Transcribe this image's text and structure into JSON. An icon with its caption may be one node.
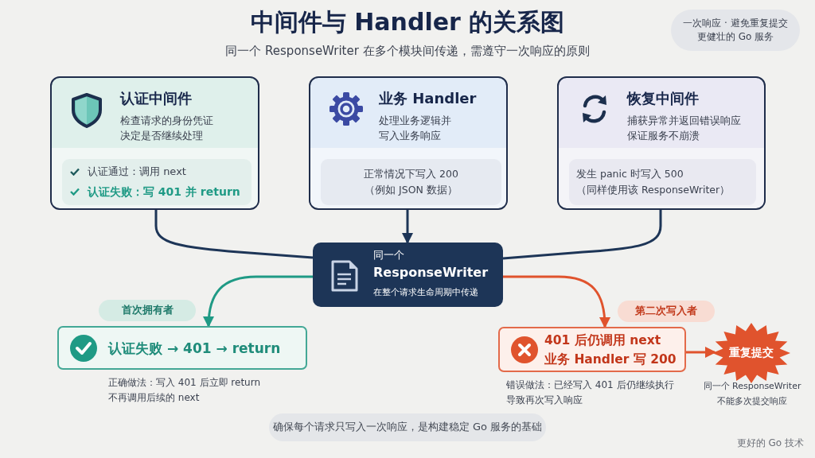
{
  "diagram": {
    "title": "中间件与 Handler 的关系图",
    "caption": "同一个 ResponseWriter 在多个模块间传递，需遵守一次响应的原则",
    "nodes": [
      {
        "text": [
          "认证中间件",
          "检查请求的身份凭证决定是否继续处理"
        ]
      },
      {
        "text": [
          "认证通过：调用 next",
          "认证失败：写 401 并 return"
        ],
        "in": 0
      },
      {
        "text": [
          "业务 Handler",
          "处理业务逻辑并写入业务响应"
        ]
      },
      {
        "text": [
          "正常情况下写入 200 （例如 JSON 数据）"
        ],
        "in": 2
      },
      {
        "text": [
          "恢复中间件",
          "捕获异常并返回错误响应保证服务不崩溃"
        ]
      },
      {
        "text": [
          "发生 panic 时写入 500 （同样使用该 ResponseWriter）"
        ],
        "in": 4
      },
      {
        "text": [
          "同一个",
          "ResponseWriter",
          "在整个请求生命周期中传递"
        ]
      },
      {
        "text": [
          "首次拥有者"
        ]
      },
      {
        "text": [
          "认证失败 → 401 → return"
        ],
        "beside": [
          "正确做法：写入 401 后立即 return 不再调用后续的 next"
        ]
      },
      {
        "text": [
          "第二次写入者"
        ]
      },
      {
        "text": [
          "401 后仍调用 next 业务 Handler 写 200"
        ],
        "beside": [
          "错误做法：已经写入 401 后仍继续执行导致再次写入响应"
        ]
      },
      {
        "text": [
          "重复提交"
        ],
        "beside": [
          "同一个 ResponseWriter 不能多次提交响应"
        ]
      },
      {
        "text": [
          "确保每个请求只写入一次响应，是构建稳定 Go 服务的基础"
        ]
      },
      {
        "text": [
          "一次响应 · 避免重复提交更健壮的 Go 服务"
        ]
      }
    ],
    "edges": [
      {
        "from": 0,
        "to": 6,
        "arrow": "none"
      },
      {
        "from": 2,
        "to": 6,
        "arrow": "to"
      },
      {
        "from": 4,
        "to": 6,
        "arrow": "none"
      },
      {
        "from": 6,
        "to": 8,
        "arrow": "to",
        "color": "#1f9a85"
      },
      {
        "from": 6,
        "to": 10,
        "arrow": "to",
        "color": "#e0532d"
      },
      {
        "from": 10,
        "to": 11,
        "arrow": "to",
        "color": "#e0532d"
      }
    ],
    "labels": [
      "更好的 Go 技术"
    ]
  }
}
